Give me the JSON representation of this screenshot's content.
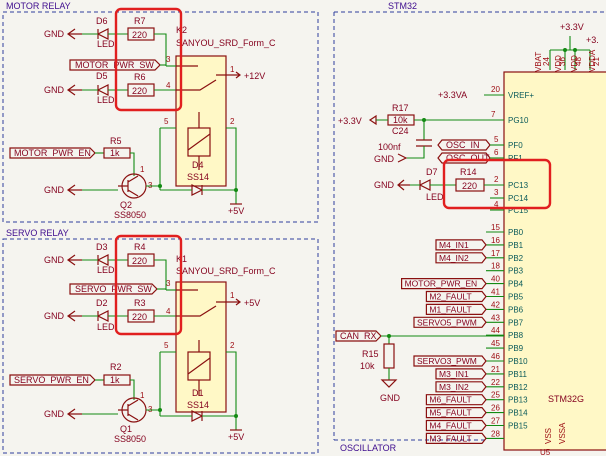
{
  "sections": {
    "motor_relay": "MOTOR RELAY",
    "servo_relay": "SERVO RELAY",
    "stm32": "STM32",
    "oscillator": "OSCILLATOR"
  },
  "motor": {
    "d6": "D6",
    "d6_led": "LED",
    "d5": "D5",
    "d5_led": "LED",
    "r7": "R7",
    "r7_val": "220",
    "r6": "R6",
    "r6_val": "220",
    "k2": "K2",
    "k2_part": "SANYOU_SRD_Form_C",
    "sw_label": "MOTOR_PWR_SW",
    "plus12": "+12V",
    "pin5": "5",
    "pin2": "2",
    "pin3": "3",
    "pin4": "4",
    "pin1": "1",
    "d4": "D4",
    "d4_part": "SS14",
    "r5": "R5",
    "r5_val": "1k",
    "pwr_en": "MOTOR_PWR_EN",
    "q2": "Q2",
    "q2_part": "SS8050",
    "gnd1": "GND",
    "gnd2": "GND",
    "gnd3": "GND",
    "plus5": "+5V",
    "q_pin1": "1",
    "q_pin2": "2",
    "q_pin3": "3"
  },
  "servo": {
    "d3": "D3",
    "d3_led": "LED",
    "d2": "D2",
    "d2_led": "LED",
    "r4": "R4",
    "r4_val": "220",
    "r3": "R3",
    "r3_val": "220",
    "k1": "K1",
    "k1_part": "SANYOU_SRD_Form_C",
    "sw_label": "SERVO_PWR_SW",
    "plus5_out": "+5V",
    "pin5": "5",
    "pin2": "2",
    "pin3": "3",
    "pin4": "4",
    "pin1": "1",
    "d1": "D1",
    "d1_part": "SS14",
    "r2": "R2",
    "r2_val": "1k",
    "pwr_en": "SERVO_PWR_EN",
    "q1": "Q1",
    "q1_part": "SS8050",
    "gnd1": "GND",
    "gnd2": "GND",
    "gnd3": "GND",
    "plus5": "+5V",
    "q_pin1": "1",
    "q_pin2": "2",
    "q_pin3": "3"
  },
  "stm32": {
    "plus33_top": "+3.3V",
    "plus33_top2": "+3.",
    "plus33va": "+3.3VA",
    "vref_pin": "20",
    "vref": "VREF+",
    "plus33_left": "+3.3V",
    "r17": "R17",
    "r17_val": "10k",
    "pg10_pin": "7",
    "pg10": "PG10",
    "c24": "C24",
    "c24_val": "100nf",
    "gnd_c24": "GND",
    "osc_in": "OSC_IN",
    "osc_in_pin": "5",
    "pf0": "PF0",
    "osc_out": "OSC_OUT",
    "osc_out_pin": "6",
    "pf1": "PF1",
    "d7": "D7",
    "d7_led": "LED",
    "r14": "R14",
    "r14_val": "220",
    "gnd_d7": "GND",
    "pc13_pin": "2",
    "pc13": "PC13",
    "pc14_pin": "3",
    "pc14": "PC14",
    "pc15_pin": "4",
    "pc15": "PC15",
    "top_pins": [
      "24",
      "36",
      "48",
      "21"
    ],
    "top_names": [
      "VBAT",
      "VDD",
      "VDD",
      "VDDA"
    ],
    "bottom_names": [
      "VSS",
      "VSSA"
    ],
    "part": "STM32G",
    "u_label": "U5",
    "pb_pins": [
      {
        "num": "15",
        "name": "PB0",
        "net": ""
      },
      {
        "num": "16",
        "name": "PB1",
        "net": "M4_IN1"
      },
      {
        "num": "17",
        "name": "PB2",
        "net": "M4_IN2"
      },
      {
        "num": "18",
        "name": "PB3",
        "net": ""
      },
      {
        "num": "40",
        "name": "PB4",
        "net": "MOTOR_PWR_EN"
      },
      {
        "num": "41",
        "name": "PB5",
        "net": "M2_FAULT"
      },
      {
        "num": "42",
        "name": "PB6",
        "net": "M1_FAULT"
      },
      {
        "num": "43",
        "name": "PB7",
        "net": "SERVO5_PWM"
      },
      {
        "num": "44",
        "name": "PB8",
        "net": ""
      },
      {
        "num": "45",
        "name": "PB9",
        "net": ""
      },
      {
        "num": "46",
        "name": "PB10",
        "net": "SERVO3_PWM"
      },
      {
        "num": "21",
        "name": "PB11",
        "net": "M3_IN1"
      },
      {
        "num": "22",
        "name": "PB12",
        "net": "M3_IN2"
      },
      {
        "num": "25",
        "name": "PB13",
        "net": "M6_FAULT"
      },
      {
        "num": "26",
        "name": "PB14",
        "net": "M5_FAULT"
      },
      {
        "num": "27",
        "name": "PB15",
        "net": "M4_FAULT"
      },
      {
        "num": "28",
        "name": "",
        "net": "M3_FAULT"
      }
    ],
    "can_rx": "CAN_RX",
    "r15": "R15",
    "r15_val": "10k",
    "gnd_r15": "GND"
  }
}
